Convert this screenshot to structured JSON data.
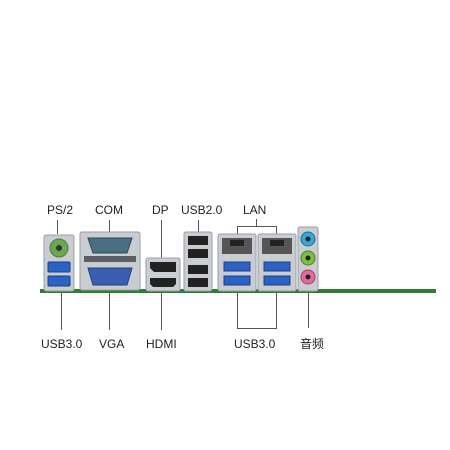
{
  "labels_top": {
    "ps2": "PS/2",
    "com": "COM",
    "dp": "DP",
    "usb20": "USB2.0",
    "lan": "LAN"
  },
  "labels_bottom": {
    "usb30_left": "USB3.0",
    "vga": "VGA",
    "hdmi": "HDMI",
    "usb30_right": "USB3.0",
    "audio": "音频"
  },
  "colors": {
    "pcb": "#2f7d35",
    "metal": "#c9ccd1",
    "usb3_blue": "#2a63c5",
    "ps2_green": "#6aa84f",
    "vga_blue": "#3a5fb0",
    "com_teal": "#4a6f85",
    "audio_blue": "#39a6d8",
    "audio_green": "#7fbf3f",
    "audio_pink": "#e06a9a"
  }
}
